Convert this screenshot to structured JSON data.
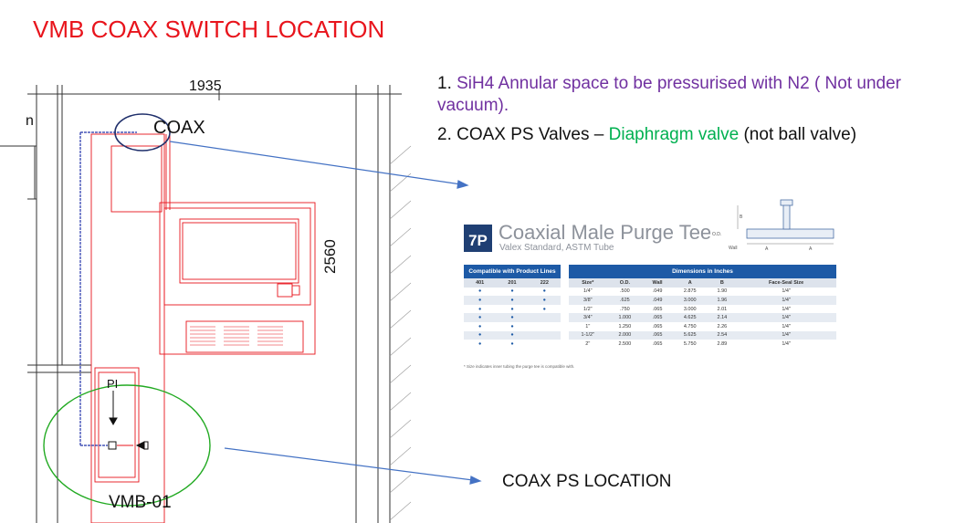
{
  "slide": {
    "title": "VMB COAX SWITCH LOCATION"
  },
  "drawing": {
    "dimension_top": "1935",
    "dimension_side": "2560",
    "edge_fragment": "n",
    "coax_label": "COAX",
    "pi_label": "PI",
    "vmb_label": "VMB-01",
    "ps_location_label": "COAX PS LOCATION",
    "colors": {
      "drawing_lines": "#e8141c",
      "piping": "#2233aa",
      "callout_coax": "#1f2f6b",
      "callout_vmb": "#22aa22",
      "arrow": "#4472c4"
    }
  },
  "notes": {
    "note1_prefix": "1. ",
    "note1_highlight": "SiH4  Annular space to be pressurised with N2 ( Not under vacuum).",
    "note2_prefix": "2. COAX PS Valves – ",
    "note2_highlight": "Diaphragm valve",
    "note2_suffix": "  (not ball valve)",
    "colors": {
      "purple": "#7030a0",
      "green": "#00b050"
    }
  },
  "product": {
    "badge": "7P",
    "title": "Coaxial Male Purge Tee",
    "subtitle": "Valex Standard, ASTM Tube",
    "diagram_labels": {
      "b": "B",
      "od": "O.D.",
      "wall": "Wall",
      "a1": "A",
      "a2": "A"
    },
    "compat_header": "Compatible with Product Lines",
    "compat_columns": [
      "401",
      "201",
      "222"
    ],
    "compat_rows": [
      [
        "●",
        "●",
        "●"
      ],
      [
        "●",
        "●",
        "●"
      ],
      [
        "●",
        "●",
        "●"
      ],
      [
        "●",
        "●",
        ""
      ],
      [
        "●",
        "●",
        ""
      ],
      [
        "●",
        "●",
        ""
      ],
      [
        "●",
        "●",
        ""
      ]
    ],
    "dim_header": "Dimensions in Inches",
    "dim_columns": [
      "Size*",
      "O.D.",
      "Wall",
      "A",
      "B",
      "Face-Seal Size"
    ],
    "dim_rows": [
      [
        "1/4\"",
        ".500",
        ".049",
        "2.875",
        "1.90",
        "1/4\""
      ],
      [
        "3/8\"",
        ".625",
        ".049",
        "3.000",
        "1.96",
        "1/4\""
      ],
      [
        "1/2\"",
        ".750",
        ".065",
        "3.000",
        "2.01",
        "1/4\""
      ],
      [
        "3/4\"",
        "1.000",
        ".065",
        "4.625",
        "2.14",
        "1/4\""
      ],
      [
        "1\"",
        "1.250",
        ".065",
        "4.750",
        "2.26",
        "1/4\""
      ],
      [
        "1-1/2\"",
        "2.000",
        ".065",
        "5.625",
        "2.54",
        "1/4\""
      ],
      [
        "2\"",
        "2.500",
        ".065",
        "5.750",
        "2.89",
        "1/4\""
      ]
    ],
    "footnote": "* Size indicates inner tubing the purge tee is compatible with."
  }
}
